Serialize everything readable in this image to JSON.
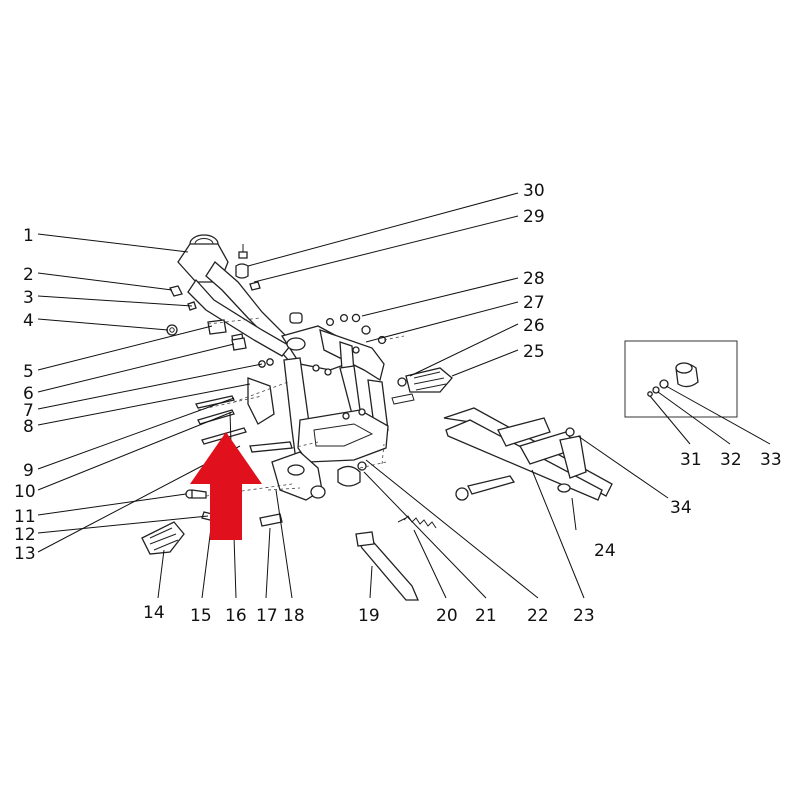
{
  "diagram": {
    "colors": {
      "line": "#222222",
      "arrow": "#e0101c",
      "background": "#ffffff"
    },
    "callouts": [
      {
        "id": "1"
      },
      {
        "id": "2"
      },
      {
        "id": "3"
      },
      {
        "id": "4"
      },
      {
        "id": "5"
      },
      {
        "id": "6"
      },
      {
        "id": "7"
      },
      {
        "id": "8"
      },
      {
        "id": "9"
      },
      {
        "id": "10"
      },
      {
        "id": "11"
      },
      {
        "id": "12"
      },
      {
        "id": "13"
      },
      {
        "id": "14"
      },
      {
        "id": "15"
      },
      {
        "id": "16"
      },
      {
        "id": "17"
      },
      {
        "id": "18"
      },
      {
        "id": "19"
      },
      {
        "id": "20"
      },
      {
        "id": "21"
      },
      {
        "id": "22"
      },
      {
        "id": "23"
      },
      {
        "id": "24"
      },
      {
        "id": "25"
      },
      {
        "id": "26"
      },
      {
        "id": "27"
      },
      {
        "id": "28"
      },
      {
        "id": "29"
      },
      {
        "id": "30"
      },
      {
        "id": "31"
      },
      {
        "id": "32"
      },
      {
        "id": "33"
      },
      {
        "id": "34"
      }
    ],
    "highlight_arrow": {
      "icon": "red-up-arrow-icon",
      "direction": "up"
    }
  }
}
